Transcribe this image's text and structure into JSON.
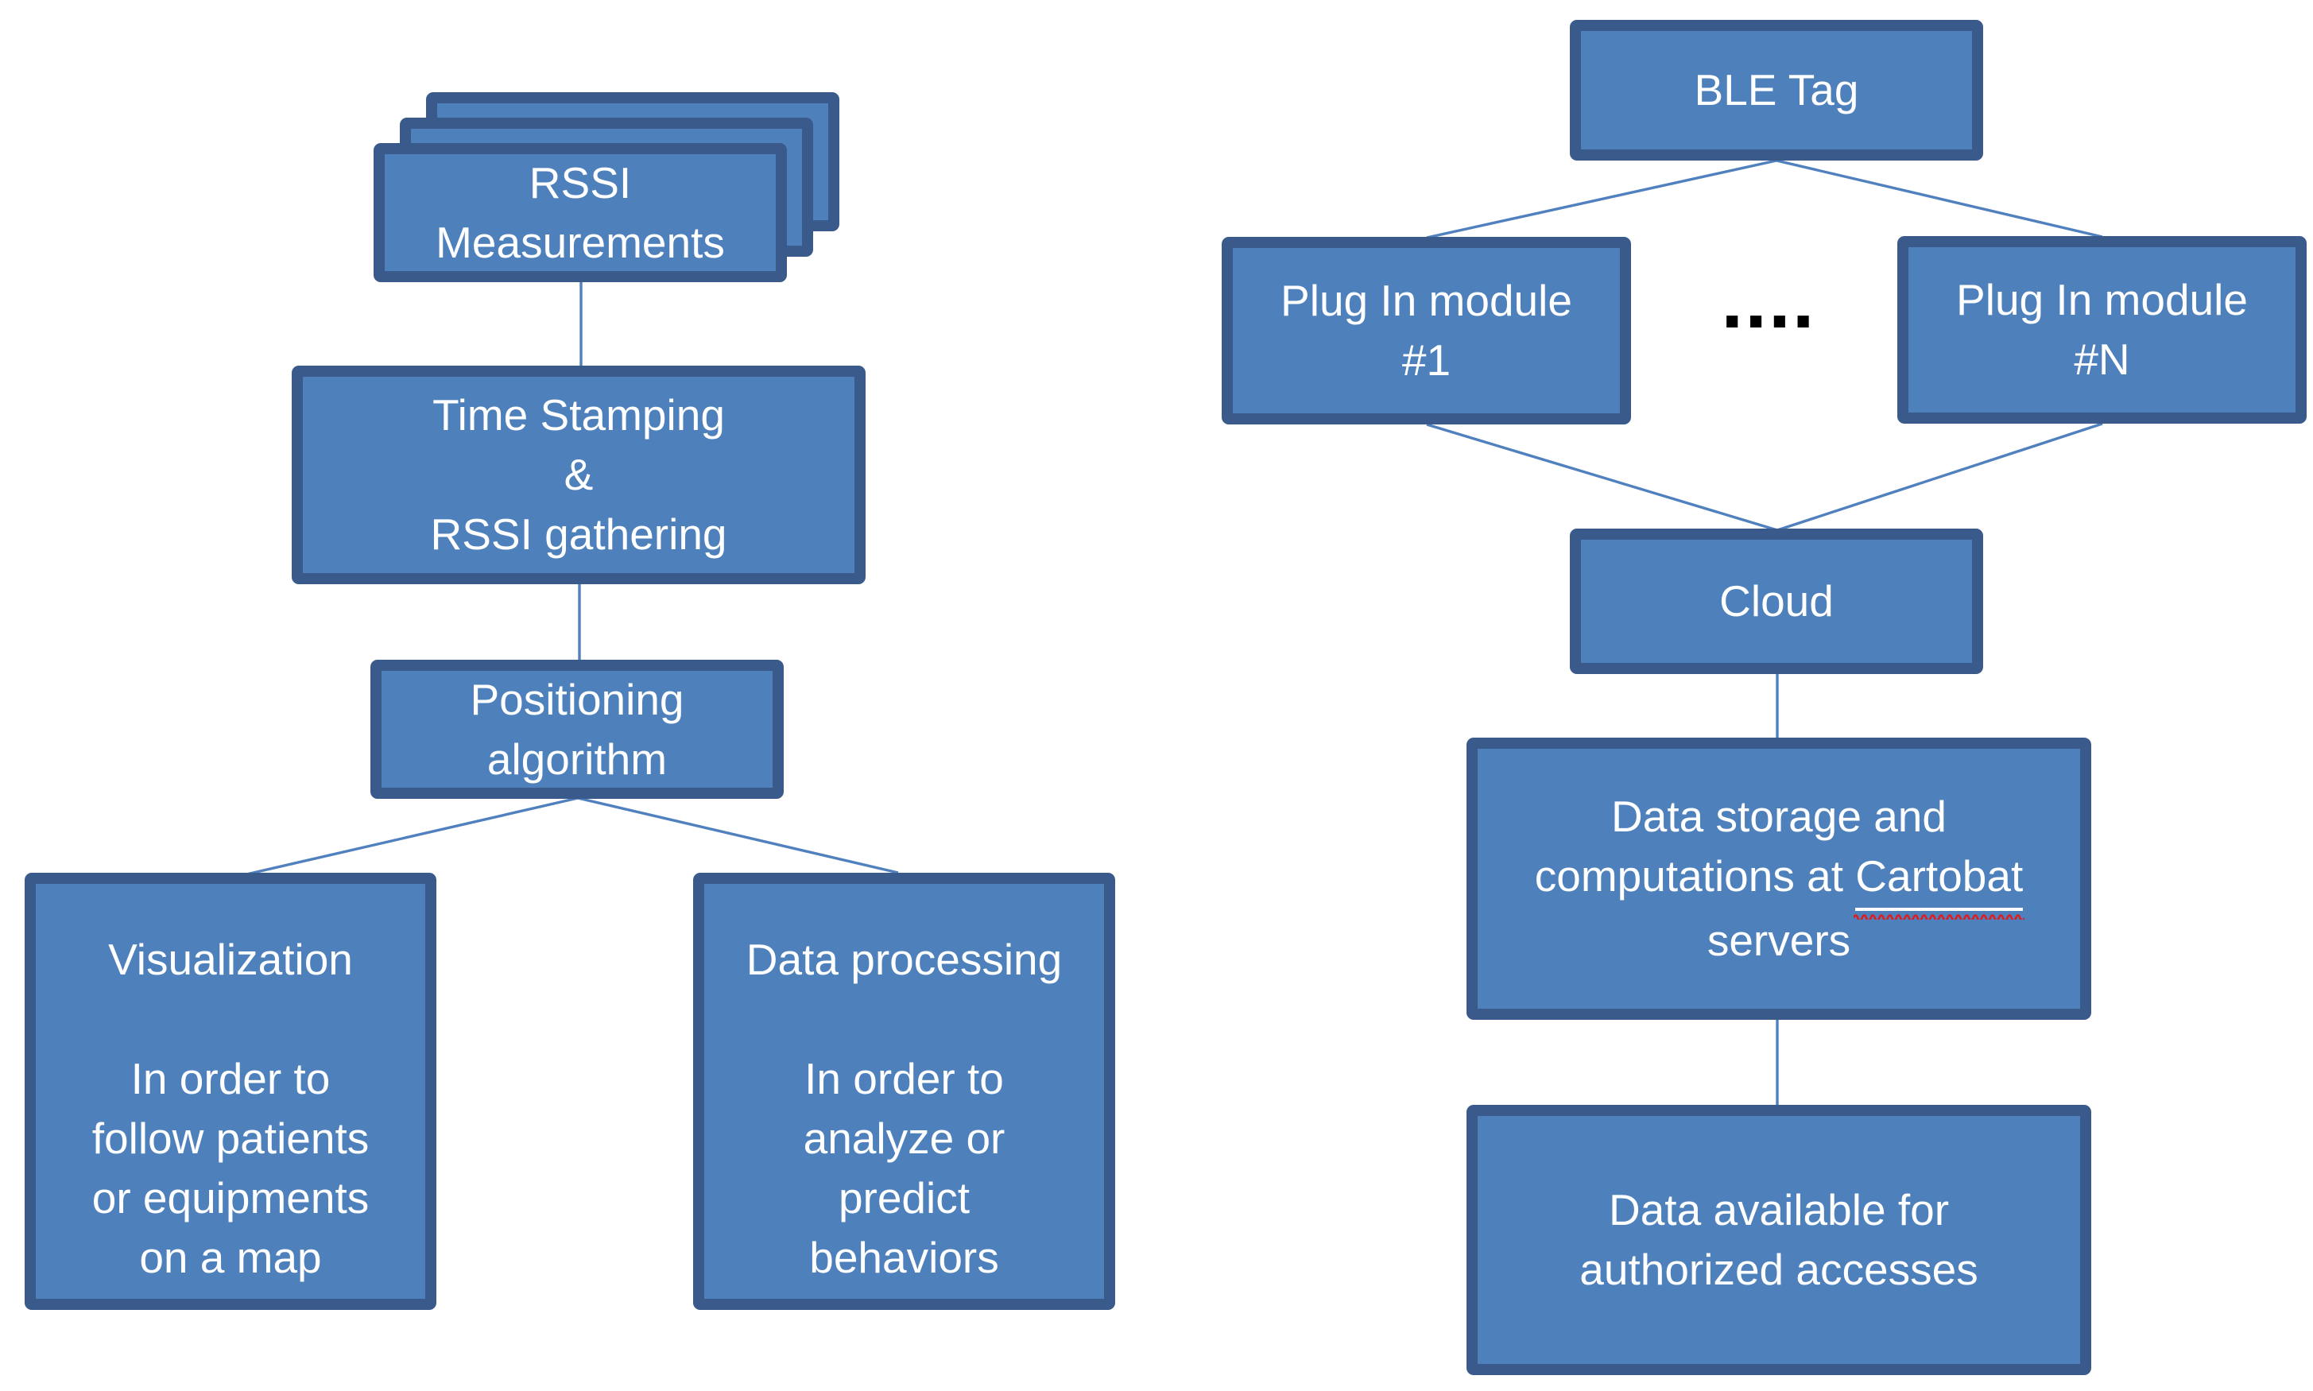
{
  "diagram_left": {
    "rssi_stack": {
      "label": "RSSI\nMeasurements"
    },
    "time_stamping": {
      "label": "Time Stamping\n&\nRSSI gathering"
    },
    "positioning": {
      "label": "Positioning\nalgorithm"
    },
    "visualization": {
      "title": "Visualization",
      "body": "In order to\nfollow patients\nor equipments\non a map"
    },
    "data_processing": {
      "title": "Data processing",
      "body": "In order to\nanalyze or\npredict\nbehaviors"
    }
  },
  "diagram_right": {
    "ble_tag": {
      "label": "BLE Tag"
    },
    "plugin_1": {
      "label": "Plug In module\n#1"
    },
    "plugin_n": {
      "label": "Plug In module\n#N"
    },
    "ellipsis": "....",
    "cloud": {
      "label": "Cloud"
    },
    "data_storage": {
      "line1": "Data storage and",
      "line2_prefix": "computations at ",
      "line2_word": "Cartobat",
      "line3": "servers"
    },
    "data_available": {
      "label": "Data available for\nauthorized accesses"
    }
  },
  "colors": {
    "box_fill": "#4E80BC",
    "box_border": "#3A5A8C",
    "connector": "#5081BE",
    "text": "#FFFFFF",
    "ellipsis": "#000000",
    "squiggle": "#E41A1A",
    "background": "#FFFFFF"
  }
}
